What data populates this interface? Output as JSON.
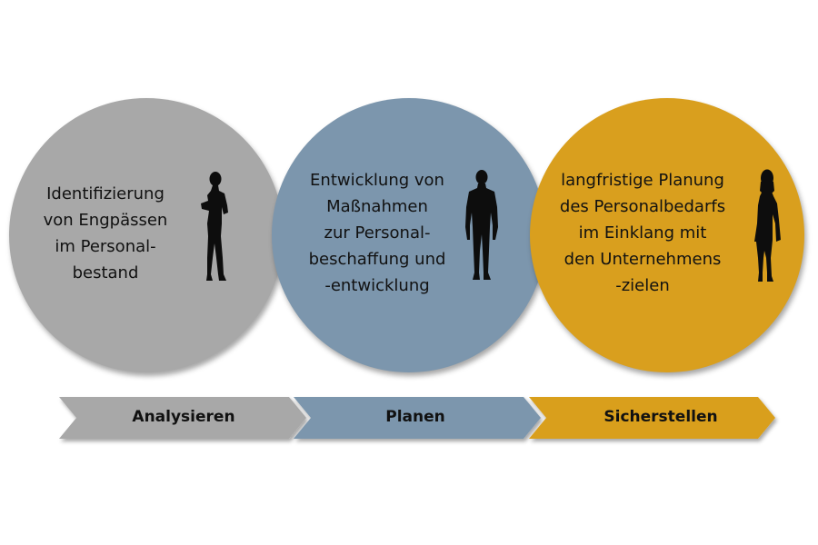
{
  "colors": {
    "gray": "#a8a8a8",
    "blue": "#7c96ad",
    "gold": "#d99f1e",
    "text": "#111111",
    "silhouette": "#0d0d0d"
  },
  "stages": [
    {
      "circle_lines": [
        "Identifizierung",
        "von Engpässen",
        "im Personal-",
        "bestand"
      ],
      "person_icon": "businesswoman-silhouette-icon",
      "label": "Analysieren"
    },
    {
      "circle_lines": [
        "Entwicklung von",
        "Maßnahmen",
        "zur Personal-",
        "beschaffung und",
        "-entwicklung"
      ],
      "person_icon": "businessman-silhouette-icon",
      "label": "Planen"
    },
    {
      "circle_lines": [
        "langfristige Planung",
        "des Personalbedarfs",
        "im Einklang mit",
        "den Unternehmens",
        "-zielen"
      ],
      "person_icon": "woman-silhouette-icon",
      "label": "Sicherstellen"
    }
  ]
}
